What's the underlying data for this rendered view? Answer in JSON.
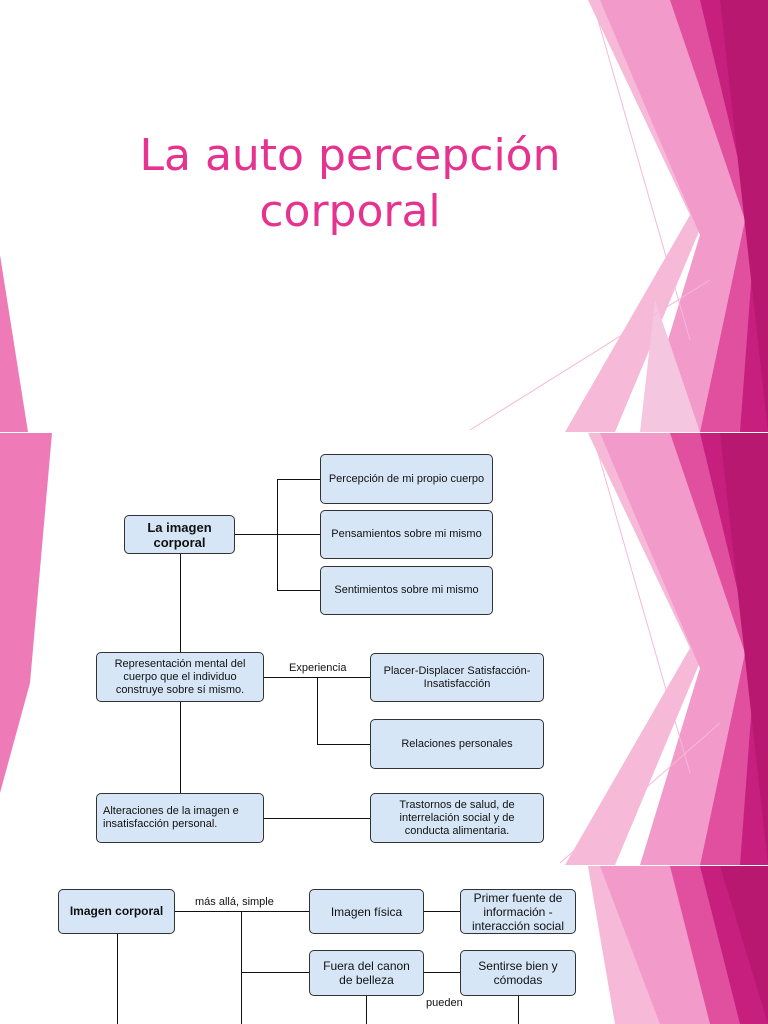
{
  "slide1": {
    "title_line1": "La auto percepción",
    "title_line2": "corporal"
  },
  "slide2": {
    "root": "La imagen corporal",
    "branch_top": [
      "Percepción de mi propio cuerpo",
      "Pensamientos sobre mi mismo",
      "Sentimientos sobre mi mismo"
    ],
    "representation": "Representación mental del cuerpo que el individuo construye sobre sí mismo.",
    "edge_label": "Experiencia",
    "experience_children": [
      "Placer-Displacer Satisfacción-Insatisfacción",
      "Relaciones personales"
    ],
    "alterations": "Alteraciones de la imagen e insatisfacción personal.",
    "disorders": "Trastornos de salud, de interrelación social y de conducta alimentaria."
  },
  "slide3": {
    "root": "Imagen corporal",
    "edge_label_1": "más allá, simple",
    "node_physical": "Imagen física",
    "node_first_source": "Primer fuente de información - interacción social",
    "node_out_canon": "Fuera del canon de belleza",
    "node_feel_good": "Sentirse bien y cómodas",
    "edge_label_2": "pueden"
  },
  "colors": {
    "accent": "#e5338f",
    "box_fill": "#d6e6f6"
  }
}
